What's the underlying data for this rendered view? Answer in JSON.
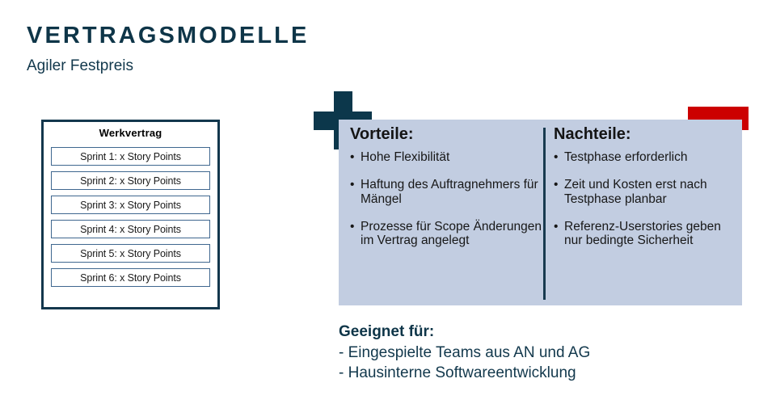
{
  "header": {
    "title": "VERTRAGSMODELLE",
    "subtitle": "Agiler Festpreis"
  },
  "colors": {
    "dark_navy": "#0e3548",
    "panel_blue_gray": "#c2cde1",
    "accent_red": "#cc0000",
    "box_border": "#13374d",
    "row_border": "#3f678f"
  },
  "contract_box": {
    "title": "Werkvertrag",
    "sprints": [
      "Sprint 1: x Story Points",
      "Sprint 2: x Story Points",
      "Sprint 3: x Story Points",
      "Sprint 4: x Story Points",
      "Sprint 5: x Story Points",
      "Sprint 6: x Story Points"
    ]
  },
  "pros_cons": {
    "pros": {
      "heading": "Vorteile:",
      "items": [
        "Hohe Flexibilität",
        "Haftung des Auftragnehmers für Mängel",
        "Prozesse für Scope Änderungen im Vertrag angelegt"
      ]
    },
    "cons": {
      "heading": "Nachteile:",
      "items": [
        "Testphase erforderlich",
        "Zeit und Kosten erst nach Testphase planbar",
        "Referenz-Userstories geben nur bedingte Sicherheit"
      ]
    }
  },
  "suited_for": {
    "heading": "Geeignet für:",
    "items": [
      "- Eingespielte Teams aus AN und AG",
      "- Hausinterne Softwareentwicklung"
    ]
  },
  "decorations": {
    "plus_icon": "plus-icon",
    "red_block": "red-accent-block"
  }
}
